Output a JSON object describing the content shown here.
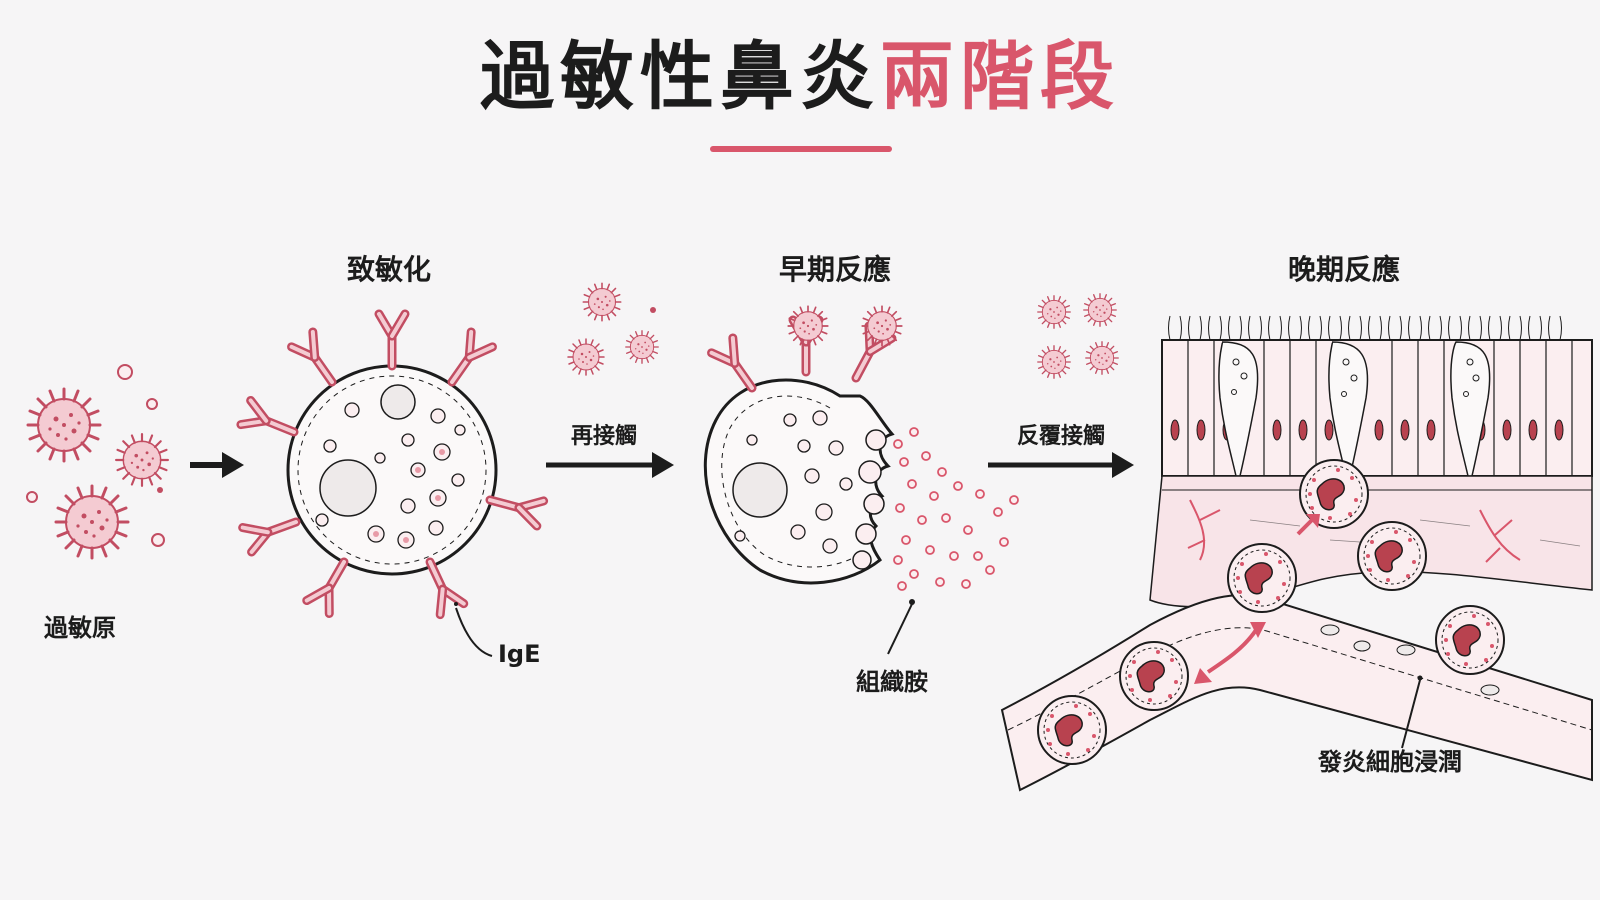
{
  "title": {
    "main": "過敏性鼻炎",
    "accent": "兩階段"
  },
  "stages": {
    "sensitization": "致敏化",
    "early": "早期反應",
    "late": "晚期反應"
  },
  "arrows": {
    "reexposure": "再接觸",
    "repeated": "反覆接觸"
  },
  "labels": {
    "allergen": "過敏原",
    "ige": "IgE",
    "histamine": "組織胺",
    "infiltration": "發炎細胞浸潤"
  },
  "colors": {
    "accent": "#d9566b",
    "pink_fill": "#f4cbd2",
    "pale_tissue": "#fbeef0",
    "outline": "#1c1c1c",
    "background": "#f6f5f6"
  },
  "icons": [
    "allergen-particle-icon",
    "mast-cell-icon",
    "ige-antibody-icon",
    "arrow-right-icon",
    "neutrophil-icon",
    "blood-vessel-icon",
    "epithelium-icon"
  ]
}
